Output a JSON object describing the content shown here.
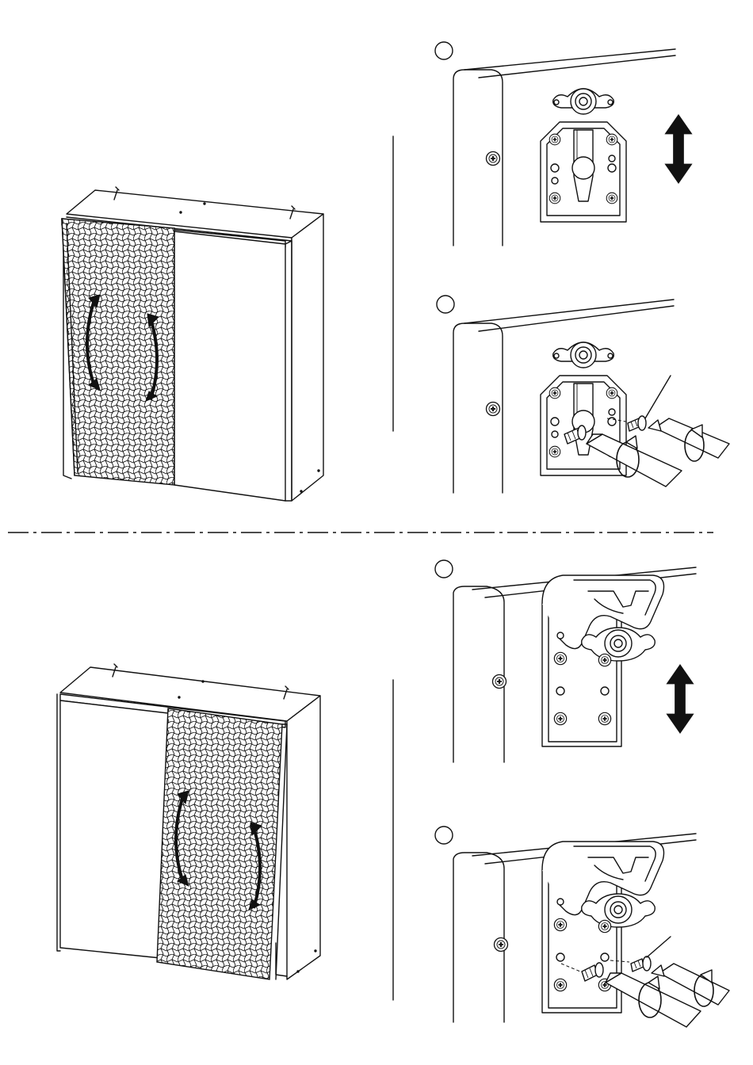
{
  "diagram": {
    "panels": [
      {
        "id": "top",
        "cabinet_hatched_door": "left",
        "steps": [
          "adjust-height",
          "fix-screws"
        ]
      },
      {
        "id": "bottom",
        "cabinet_hatched_door": "right",
        "steps": [
          "adjust-height",
          "fix-screws"
        ]
      }
    ],
    "icons": {
      "updown": "double-arrow-icon",
      "screw": "screw-icon",
      "screwdriver": "screwdriver-icon",
      "rotate": "rotate-arrow-icon"
    },
    "colors": {
      "line": "#111111",
      "background": "#ffffff"
    }
  }
}
